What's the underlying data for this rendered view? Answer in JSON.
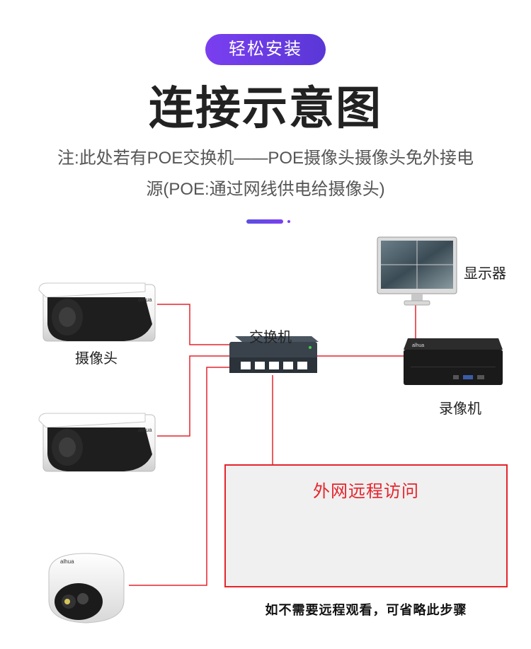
{
  "header": {
    "badge": "轻松安装",
    "title": "连接示意图",
    "note_line1": "注:此处若有POE交换机——POE摄像头摄像头免外接电",
    "note_line2": "源(POE:通过网线供电给摄像头)"
  },
  "devices": {
    "camera_label": "摄像头",
    "switch_label": "交换机",
    "monitor_label": "显示器",
    "recorder_label": "录像机"
  },
  "remote": {
    "title": "外网远程访问",
    "skip_note": "如不需要远程观看，可省略此步骤"
  },
  "colors": {
    "accent_purple": "#6a3ae6",
    "line_red": "#e5242b",
    "title_text": "#222222"
  }
}
